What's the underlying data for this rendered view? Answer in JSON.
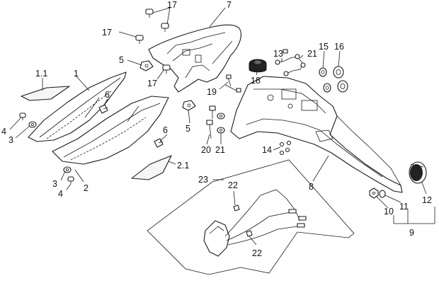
{
  "diagram": {
    "type": "exploded parts diagram",
    "parts": {
      "rear_fender": {
        "id": "7"
      },
      "seat_panel_left": {
        "id": "1"
      },
      "panel_insert_left": {
        "id": "1.1"
      },
      "side_panel_lower": {
        "id": "2"
      },
      "panel_insert_right": {
        "id": "2.1"
      },
      "grommet": {
        "id": "18"
      },
      "rear_frame_bracket": {
        "id": "8"
      },
      "reflector": {
        "id": "12"
      },
      "wiring_harness": {
        "id": "23"
      },
      "connector": {
        "id": "22"
      }
    },
    "callouts": [
      {
        "key": "c17a",
        "label": "17"
      },
      {
        "key": "c7",
        "label": "7"
      },
      {
        "key": "c17b",
        "label": "17"
      },
      {
        "key": "c5a",
        "label": "5"
      },
      {
        "key": "c17c",
        "label": "17"
      },
      {
        "key": "c1_1",
        "label": "1.1"
      },
      {
        "key": "c1",
        "label": "1"
      },
      {
        "key": "c6a",
        "label": "6"
      },
      {
        "key": "c4a",
        "label": "4"
      },
      {
        "key": "c3a",
        "label": "3"
      },
      {
        "key": "c13",
        "label": "13"
      },
      {
        "key": "c21a",
        "label": "21"
      },
      {
        "key": "c15",
        "label": "15"
      },
      {
        "key": "c16",
        "label": "16"
      },
      {
        "key": "c18",
        "label": "18"
      },
      {
        "key": "c19",
        "label": "19"
      },
      {
        "key": "c5b",
        "label": "5"
      },
      {
        "key": "c6b",
        "label": "6"
      },
      {
        "key": "c20",
        "label": "20"
      },
      {
        "key": "c21b",
        "label": "21"
      },
      {
        "key": "c14",
        "label": "14"
      },
      {
        "key": "c2_1",
        "label": "2.1"
      },
      {
        "key": "c3b",
        "label": "3"
      },
      {
        "key": "c2",
        "label": "2"
      },
      {
        "key": "c4b",
        "label": "4"
      },
      {
        "key": "c23",
        "label": "23"
      },
      {
        "key": "c22a",
        "label": "22"
      },
      {
        "key": "c8",
        "label": "8"
      },
      {
        "key": "c12",
        "label": "12"
      },
      {
        "key": "c11",
        "label": "11"
      },
      {
        "key": "c10",
        "label": "10"
      },
      {
        "key": "c9",
        "label": "9"
      },
      {
        "key": "c22b",
        "label": "22"
      }
    ]
  }
}
